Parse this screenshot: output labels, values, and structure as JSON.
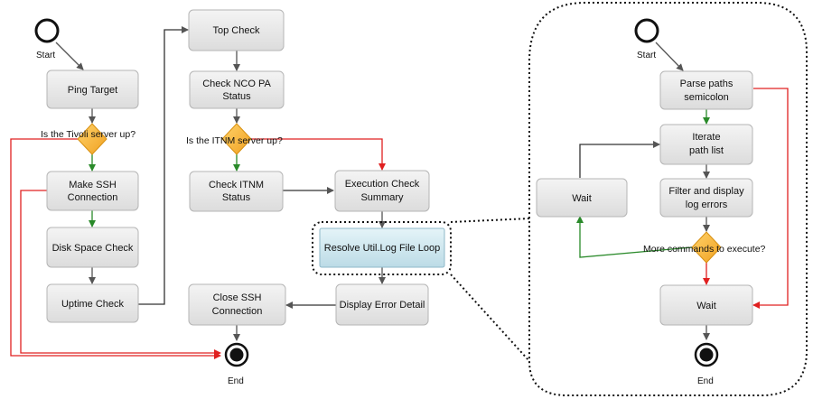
{
  "left_flow": {
    "start": "Start",
    "end": "End",
    "ping_target": "Ping Target",
    "q_tivoli": "Is the Tivoli server up?",
    "make_ssh": [
      "Make SSH",
      "Connection"
    ],
    "disk_space": "Disk Space Check",
    "uptime": "Uptime Check",
    "top_check": "Top Check",
    "check_nco": [
      "Check NCO PA",
      "Status"
    ],
    "q_itnm": "Is the ITNM server up?",
    "check_itnm": [
      "Check ITNM",
      "Status"
    ],
    "exec_summary": [
      "Execution Check",
      "Summary"
    ],
    "resolve_loop": "Resolve Util.Log File Loop",
    "display_error": "Display Error Detail",
    "close_ssh": [
      "Close SSH",
      "Connection"
    ]
  },
  "right_flow": {
    "start": "Start",
    "end": "End",
    "parse_paths": [
      "Parse paths",
      "semicolon"
    ],
    "iterate": [
      "Iterate",
      "path list"
    ],
    "filter_display": [
      "Filter and display",
      "log errors"
    ],
    "wait_left": "Wait",
    "q_more": "More commands to execute?",
    "wait_bottom": "Wait"
  },
  "colors": {
    "box_fill": "#e9e9e9",
    "box_stroke": "#b5b5b5",
    "highlight_fill": "#cde8f0",
    "highlight_stroke": "#8fb8c8",
    "diamond_fill": "#f7b733",
    "arrow_gray": "#555555",
    "arrow_green": "#2a8a2a",
    "arrow_red": "#e02020"
  }
}
